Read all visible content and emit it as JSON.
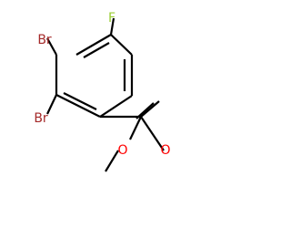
{
  "molecule": {
    "atoms": {
      "br_top": {
        "label": "Br",
        "color": "#a52a2a"
      },
      "br_bottom": {
        "label": "Br",
        "color": "#a52a2a"
      },
      "fluorine": {
        "label": "F",
        "color": "#9acd32"
      },
      "carbonyl_oxygen": {
        "label": "O",
        "color": "#ff0000"
      },
      "ester_oxygen": {
        "label": "O",
        "color": "#ff0000"
      }
    },
    "bond_color": "#000000"
  }
}
